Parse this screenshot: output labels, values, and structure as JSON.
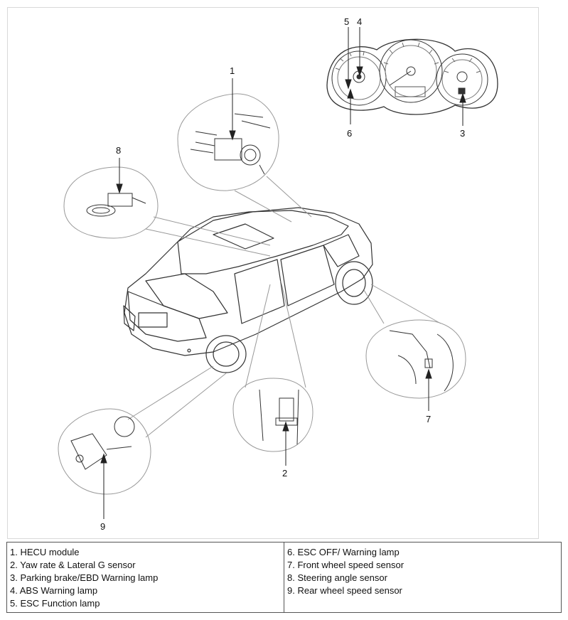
{
  "callouts": [
    "1",
    "2",
    "3",
    "4",
    "5",
    "6",
    "7",
    "8",
    "9"
  ],
  "legend": {
    "left": [
      "1. HECU module",
      "2. Yaw rate & Lateral G sensor",
      "3. Parking brake/EBD Warning lamp",
      "4. ABS Warning lamp",
      "5. ESC Function lamp"
    ],
    "right": [
      "6. ESC OFF/ Warning lamp",
      "7. Front wheel speed sensor",
      "8. Steering angle sensor",
      "9. Rear wheel speed sensor"
    ]
  },
  "colors": {
    "line": "#333333",
    "light_line": "#9a9a9a",
    "border": "#555555"
  }
}
